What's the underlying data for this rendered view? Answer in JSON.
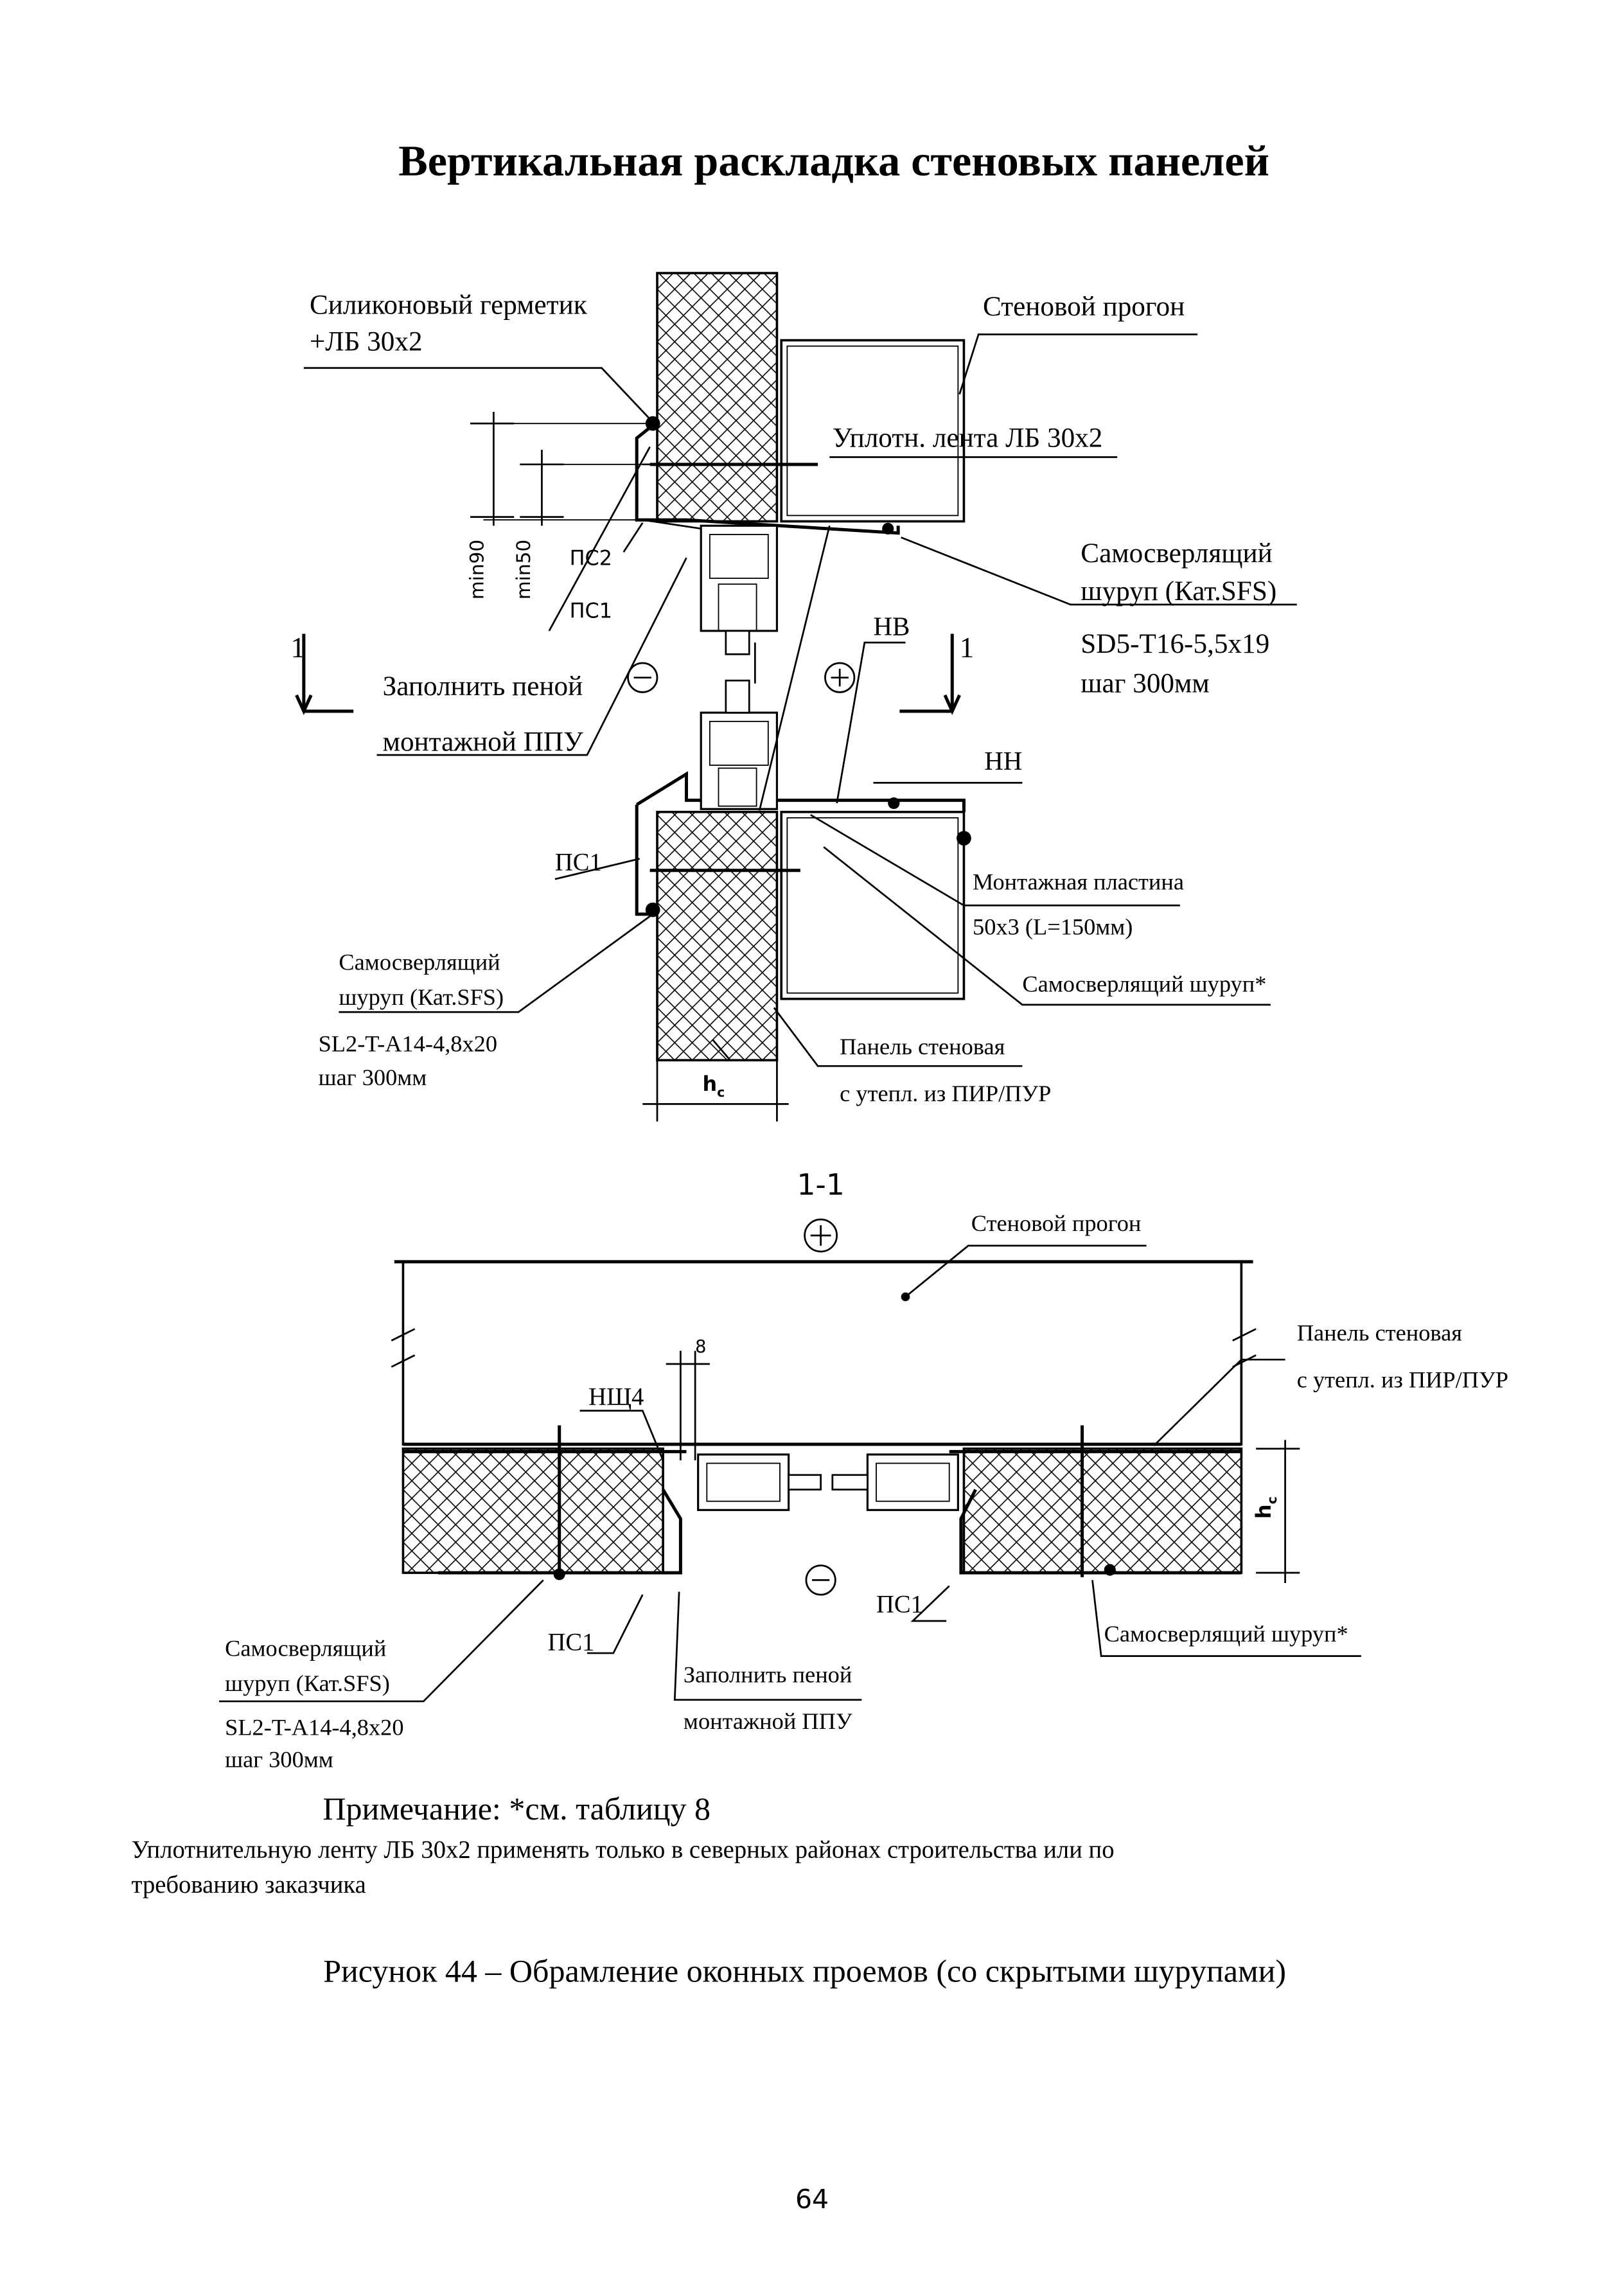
{
  "page": {
    "title": "Вертикальная раскладка стеновых панелей",
    "page_number": "64"
  },
  "vertical_section": {
    "labels": {
      "sealant_line1": "Силиконовый герметик",
      "sealant_line2": "+ЛБ 30х2",
      "wall_girt": "Стеновой прогон",
      "seal_tape": "Уплотн. лента ЛБ 30х2",
      "screw_top_line1": "Самосверлящий",
      "screw_top_line2": "шуруп (Кат.SFS)",
      "screw_top_line3": "SD5-T16-5,5х19",
      "screw_top_line4": "шаг 300мм",
      "min90": "min90",
      "min50": "min50",
      "ps2": "ПС2",
      "ps1_a": "ПС1",
      "nv": "НВ",
      "nn": "НН",
      "foam_line1": "Заполнить пеной",
      "foam_line2": "монтажной ППУ",
      "ps1_b": "ПС1",
      "mount_plate_line1": "Монтажная пластина",
      "mount_plate_line2": "50х3 (L=150мм)",
      "screw_star": "Самосверлящий шуруп*",
      "screw_bottom_line1": "Самосверлящий",
      "screw_bottom_line2": "шуруп (Кат.SFS)",
      "screw_bottom_line3": "SL2-T-A14-4,8х20",
      "screw_bottom_line4": "шаг 300мм",
      "panel_line1": "Панель стеновая",
      "panel_line2": "с утепл. из ПИР/ПУР",
      "hc": "h",
      "hc_sub": "c",
      "cut_mark_left": "1",
      "cut_mark_right": "1"
    }
  },
  "plan_section": {
    "labels": {
      "section_title": "1-1",
      "wall_girt": "Стеновой прогон",
      "panel_line1": "Панель стеновая",
      "panel_line2": "с утепл. из ПИР/ПУР",
      "dim_8": "8",
      "nshch4": "НЩ4",
      "hc": "h",
      "hc_sub": "c",
      "ps1_left": "ПС1",
      "ps1_right": "ПС1",
      "screw_star": "Самосверлящий шуруп*",
      "screw_line1": "Самосверлящий",
      "screw_line2": "шуруп (Кат.SFS)",
      "screw_line3": "SL2-T-A14-4,8х20",
      "screw_line4": "шаг 300мм",
      "foam_line1": "Заполнить пеной",
      "foam_line2": "монтажной ППУ"
    }
  },
  "note": {
    "heading": "Примечание: *см. таблицу 8",
    "text_line1": "Уплотнительную ленту ЛБ 30х2 применять только в северных районах строительства или по",
    "text_line2": "требованию заказчика"
  },
  "caption": "Рисунок 44 – Обрамление оконных проемов (со скрытыми шурупами)"
}
